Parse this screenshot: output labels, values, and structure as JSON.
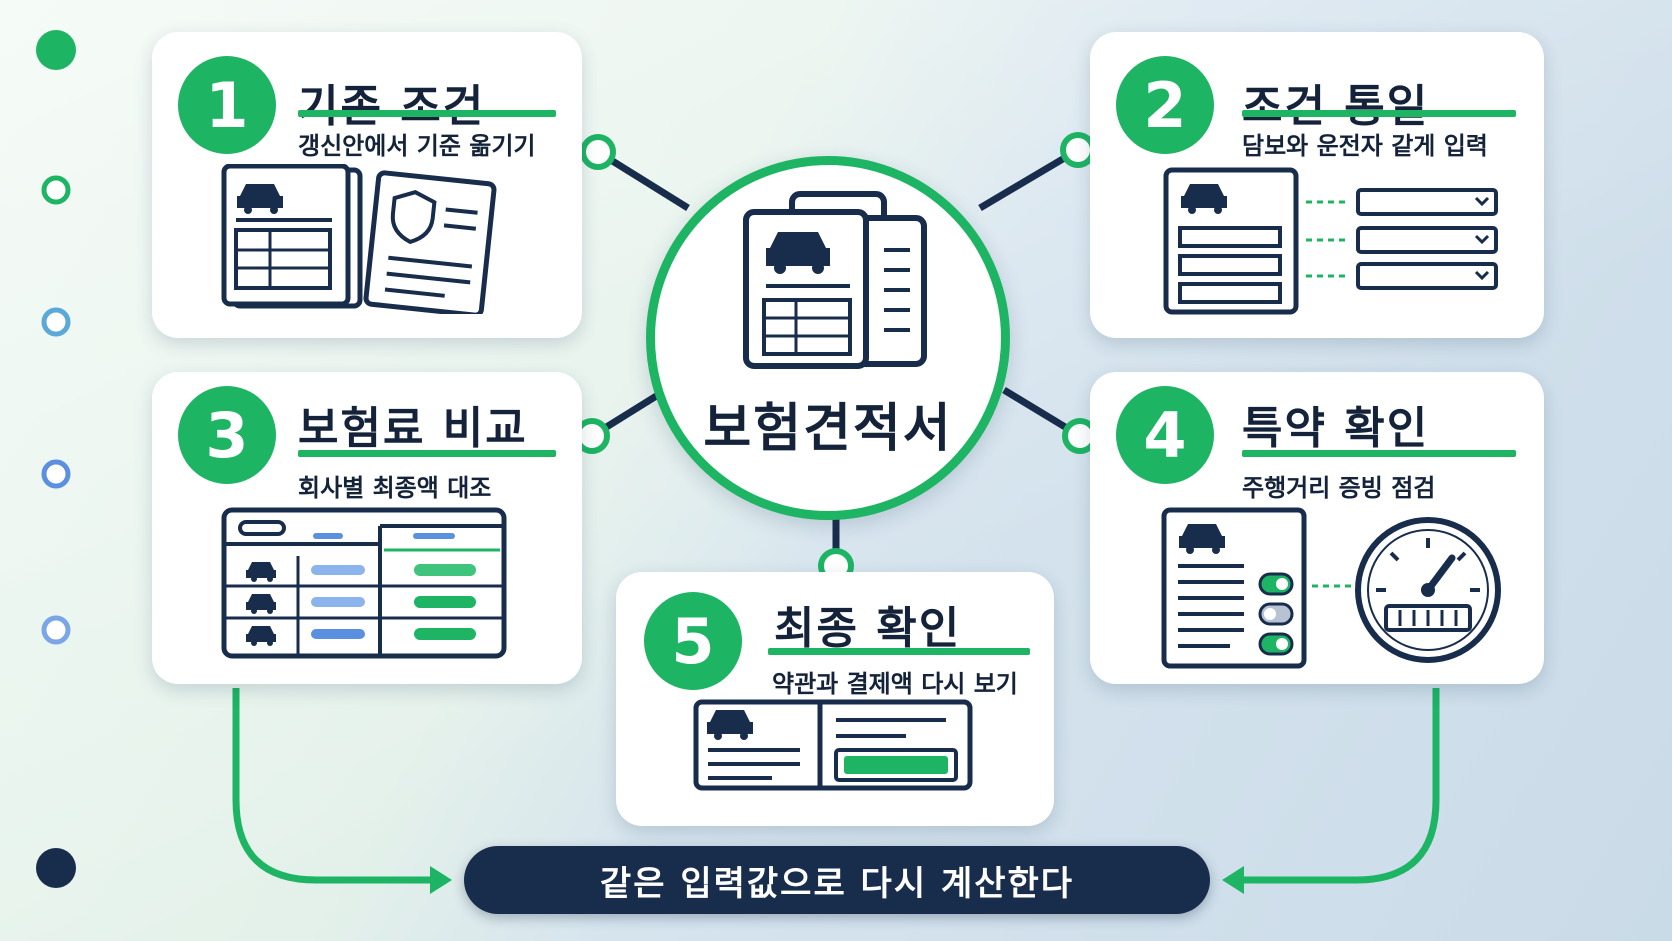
{
  "center": {
    "title": "보험견적서"
  },
  "steps": [
    {
      "number": "1",
      "title": "기존 조건",
      "subtitle": "갱신안에서 기준 옮기기"
    },
    {
      "number": "2",
      "title": "조건 통일",
      "subtitle": "담보와 운전자 같게 입력"
    },
    {
      "number": "3",
      "title": "보험료 비교",
      "subtitle": "회사별 최종액 대조"
    },
    {
      "number": "4",
      "title": "특약 확인",
      "subtitle": "주행거리 증빙 점검"
    },
    {
      "number": "5",
      "title": "최종 확인",
      "subtitle": "약관과 결제액 다시 보기"
    }
  ],
  "footer": {
    "text": "같은 입력값으로 다시 계산한다"
  },
  "colors": {
    "accent": "#1db463",
    "navy": "#182c4c",
    "ink": "#14233a",
    "blue": "#5b8fe0"
  }
}
